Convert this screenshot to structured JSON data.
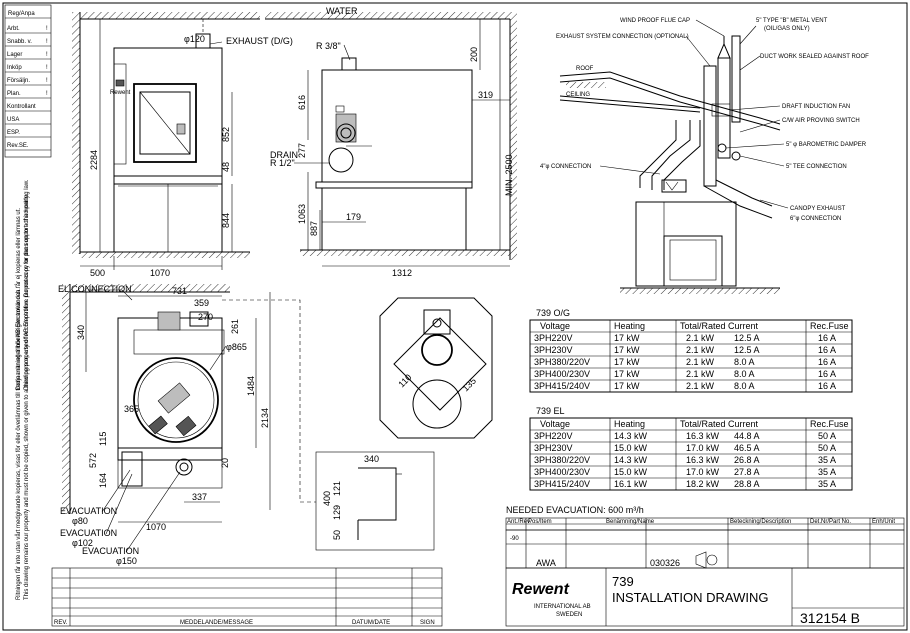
{
  "revision_block": {
    "title": "Reg/Anpa",
    "rows": [
      {
        "label": "Arbt.",
        "mark": "!"
      },
      {
        "label": "Snabb. v.",
        "mark": "!"
      },
      {
        "label": "Lager",
        "mark": "!"
      },
      {
        "label": "Inköp",
        "mark": "!"
      },
      {
        "label": "Försäljn.",
        "mark": "!"
      },
      {
        "label": "Plan.",
        "mark": "!"
      },
      {
        "label": "Kontrollant",
        "mark": ""
      },
      {
        "label": "USA",
        "mark": ""
      },
      {
        "label": "ESP.",
        "mark": ""
      },
      {
        "label": "Rev.SE.",
        "mark": ""
      }
    ]
  },
  "side_notes": {
    "swedish_1": "Denna ritning tillhör AB Electrolux och får ej kopieras eller lämnas ut.",
    "english_1": "Drawing property of AB Electrolux. Do not copy or pass on to a third party.",
    "swedish_2": "Ritningen får inte utan vårt medgivande kopieras, visas för eller överlämnas till tredje man eller obehörigen användas.",
    "english_2": "This drawing remains our property and must not be copied, shown or given to a third person, used for competitive purposes or for the support of a working law."
  },
  "front_view": {
    "dims": {
      "phi_top": "φ120",
      "exhaust": "EXHAUST (D/G)",
      "height_total": "2284",
      "h852": "852",
      "h48": "48",
      "h844": "844",
      "w500": "500",
      "w1070": "1070"
    }
  },
  "side_view": {
    "dims": {
      "water": "WATER",
      "water_size": "R 3/8\"",
      "d200": "200",
      "d319": "319",
      "d616": "616",
      "drain": "DRAIN",
      "drain_size": "R 1/2\"",
      "d277": "277",
      "d1063": "1063",
      "d887": "887",
      "d179": "179",
      "d1312": "1312",
      "min2500": "MIN. 2500"
    }
  },
  "plan_view": {
    "dims": {
      "el_conn": "EL CONNECTION",
      "d731": "731",
      "d359": "359",
      "d270": "270",
      "d340": "340",
      "d261": "261",
      "phi865": "φ865",
      "d1484": "1484",
      "d2134": "2134",
      "d365": "365",
      "d115": "115",
      "d572": "572",
      "d20": "20",
      "d164": "164",
      "d337": "337",
      "d1070": "1070",
      "evac1": "EVACUATION",
      "phi80": "φ80",
      "evac2": "EVACUATION",
      "phi102": "φ102",
      "evac3": "EVACUATION",
      "phi150": "φ150"
    }
  },
  "detail": {
    "d110": "110",
    "d135": "135",
    "d340": "340",
    "d400": "400",
    "d121": "121",
    "d129": "129",
    "d50": "50"
  },
  "vent_diagram": {
    "labels": {
      "wind_cap": "WIND PROOF FLUE CAP",
      "b_vent": "5\" TYPE \"B\" METAL VENT",
      "b_vent2": "(OIL/GAS ONLY)",
      "exhaust_conn": "EXHAUST SYSTEM CONNECTION (OPTIONAL)",
      "duct_sealed": "DUCT WORK SEALED AGAINST ROOF",
      "roof": "ROOF",
      "ceiling": "CEILING",
      "draft_fan": "DRAFT INDUCTION FAN",
      "cw_switch": "C/W AIR PROVING SWITCH",
      "baro": "5\" φ BAROMETRIC DAMPER",
      "tee": "5\" TEE CONNECTION",
      "conn4": "4\"φ CONNECTION",
      "canopy": "CANOPY EXHAUST",
      "canopy2": "6\"φ CONNECTION"
    }
  },
  "tables": {
    "og": {
      "title": "739 O/G",
      "headers": [
        "Voltage",
        "Heating",
        "Total/Rated Current",
        "Rec.Fuse"
      ],
      "rows": [
        [
          "3PH220V",
          "17 kW",
          "2.1 kW",
          "12.5 A",
          "16 A"
        ],
        [
          "3PH230V",
          "17 kW",
          "2.1 kW",
          "12.5 A",
          "16 A"
        ],
        [
          "3PH380/220V",
          "17 kW",
          "2.1 kW",
          "8.0 A",
          "16 A"
        ],
        [
          "3PH400/230V",
          "17 kW",
          "2.1 kW",
          "8.0 A",
          "16 A"
        ],
        [
          "3PH415/240V",
          "17 kW",
          "2.1 kW",
          "8.0 A",
          "16 A"
        ]
      ]
    },
    "el": {
      "title": "739 EL",
      "headers": [
        "Voltage",
        "Heating",
        "Total/Rated Current",
        "Rec.Fuse"
      ],
      "rows": [
        [
          "3PH220V",
          "14.3 kW",
          "16.3 kW",
          "44.8 A",
          "50 A"
        ],
        [
          "3PH230V",
          "15.0 kW",
          "17.0 kW",
          "46.5 A",
          "50 A"
        ],
        [
          "3PH380/220V",
          "14.3 kW",
          "16.3 kW",
          "26.8 A",
          "35 A"
        ],
        [
          "3PH400/230V",
          "15.0 kW",
          "17.0 kW",
          "27.8 A",
          "35 A"
        ],
        [
          "3PH415/240V",
          "16.1 kW",
          "18.2 kW",
          "28.8 A",
          "35 A"
        ]
      ]
    },
    "evac": "NEEDED EVACUATION:  600 m³/h"
  },
  "title_block": {
    "hdr_rev": "Ant./Rev.",
    "hdr_pos": "Pos/Item",
    "hdr_benamn": "Benämning/Name",
    "hdr_beteckn": "Beteckning/Description",
    "hdr_detnr": "Det.Nr/Part No.",
    "hdr_enh": "Enh/Unit",
    "rev_val": "-90",
    "konstr": "AWA",
    "date": "030326",
    "logo": "Rewent",
    "company": "INTERNATIONAL AB",
    "country": "SWEDEN",
    "model": "739",
    "drawing_title": "INSTALLATION DRAWING",
    "drawing_no": "312154 B",
    "footer_rev": "REV.",
    "footer_msg": "MEDDELANDE/MESSAGE",
    "footer_date": "DATUM/DATE",
    "footer_sign": "SIGN"
  }
}
